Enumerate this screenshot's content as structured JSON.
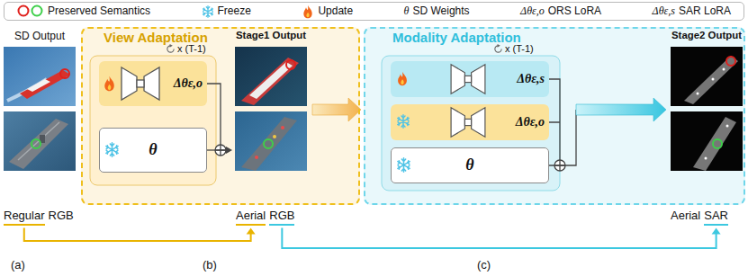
{
  "diagram": {
    "nodes": [
      {
        "text": [
          "SD Output"
        ]
      },
      {
        "text": [
          "View Adaptation"
        ]
      },
      {
        "text": [
          "Δθε,o"
        ],
        "in": 1
      },
      {
        "text": [
          "θ"
        ],
        "in": 1
      },
      {
        "text": [
          "Stage1 Output"
        ],
        "in": 1
      },
      {
        "text": [
          "Modality Adaptation"
        ]
      },
      {
        "text": [
          "Δθε,s"
        ],
        "in": 5
      },
      {
        "text": [
          "Δθε,o"
        ],
        "in": 5
      },
      {
        "text": [
          "θ"
        ],
        "in": 5
      },
      {
        "text": [
          "Stage2 Output"
        ],
        "in": 5
      }
    ],
    "edges": [
      {
        "from": 3,
        "to": 4,
        "arrow": "to"
      },
      {
        "from": 4,
        "to": 5,
        "arrow": "to"
      },
      {
        "from": 8,
        "to": 9,
        "arrow": "to"
      }
    ],
    "labels": [
      "θ",
      "Δθε,o",
      "Δθε,s",
      "x (T-1)",
      "x (T-1)",
      "Regular",
      "RGB",
      "Aerial",
      "RGB",
      "Aerial",
      "SAR",
      "(a)",
      "(b)",
      "(c)"
    ],
    "legend": [
      {
        "text": "Preserved Semantics"
      },
      {
        "text": "Freeze"
      },
      {
        "text": "Update"
      },
      {
        "text": "SD Weights"
      },
      {
        "text": "ORS LoRA"
      },
      {
        "text": "SAR LoRA"
      }
    ]
  }
}
